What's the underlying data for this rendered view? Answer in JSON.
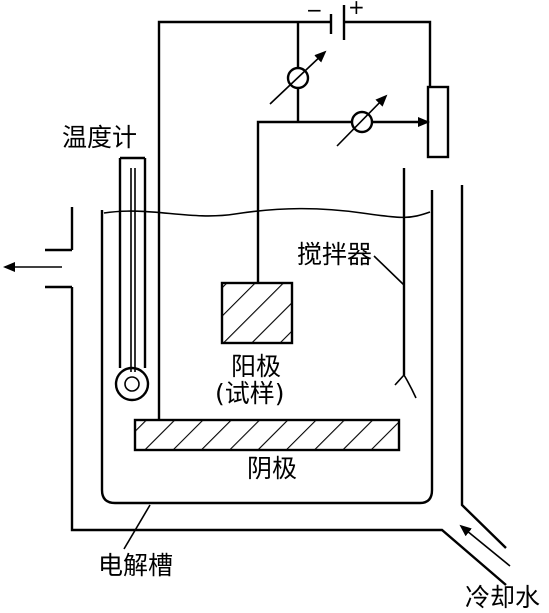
{
  "labels": {
    "thermometer": "温度计",
    "stirrer": "搅拌器",
    "anode": "阳极",
    "anode_note": "(试样)",
    "cathode": "阴极",
    "cell": "电解槽",
    "cooling_water": "冷却水",
    "battery_negative": "−",
    "battery_positive": "+"
  }
}
